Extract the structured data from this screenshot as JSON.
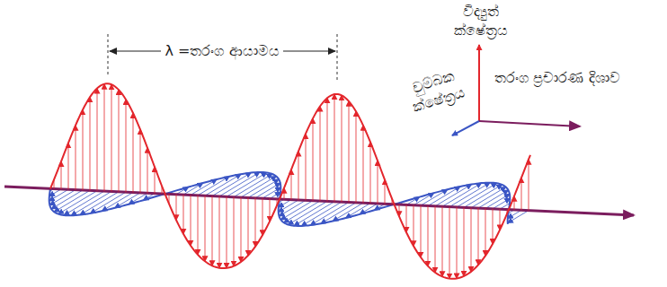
{
  "diagram": {
    "labels": [
      "λ =තරංග ආයාමය",
      "විද්‍යුත් ක්ෂේත්‍රය",
      "චුම්බක ක්ෂේත්‍රය",
      "තරංග ප්‍රචාරණ දිශාව"
    ]
  }
}
